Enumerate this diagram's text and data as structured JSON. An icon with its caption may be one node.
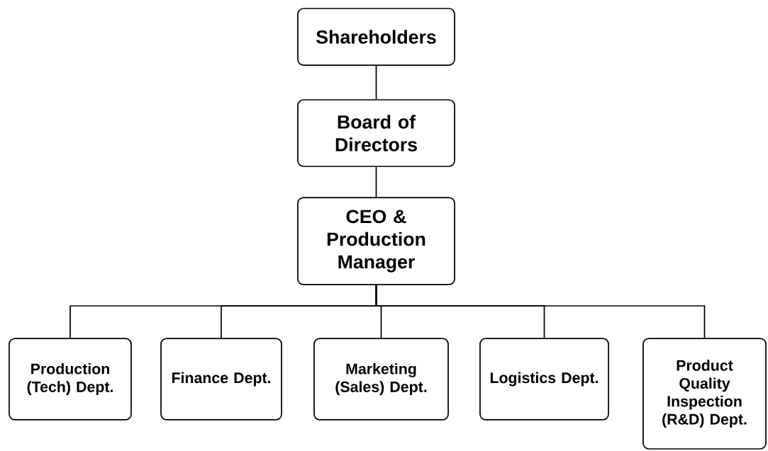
{
  "diagram": {
    "nodes": [
      {
        "text": [
          "Shareholders"
        ]
      },
      {
        "text": [
          "Board of Directors"
        ]
      },
      {
        "text": [
          "CEO & Production Manager"
        ]
      },
      {
        "text": [
          "Production (Tech) Dept."
        ]
      },
      {
        "text": [
          "Finance Dept."
        ]
      },
      {
        "text": [
          "Marketing (Sales) Dept."
        ]
      },
      {
        "text": [
          "Logistics Dept."
        ]
      },
      {
        "text": [
          "Product Quality Inspection (R&D) Dept."
        ]
      }
    ],
    "edges": [
      {
        "from": 0,
        "to": 1,
        "arrow": "none"
      },
      {
        "from": 1,
        "to": 2,
        "arrow": "none"
      },
      {
        "from": 2,
        "to": 3,
        "arrow": "none"
      },
      {
        "from": 2,
        "to": 4,
        "arrow": "none"
      },
      {
        "from": 2,
        "to": 5,
        "arrow": "none"
      },
      {
        "from": 2,
        "to": 6,
        "arrow": "none"
      },
      {
        "from": 2,
        "to": 7,
        "arrow": "none"
      }
    ]
  }
}
